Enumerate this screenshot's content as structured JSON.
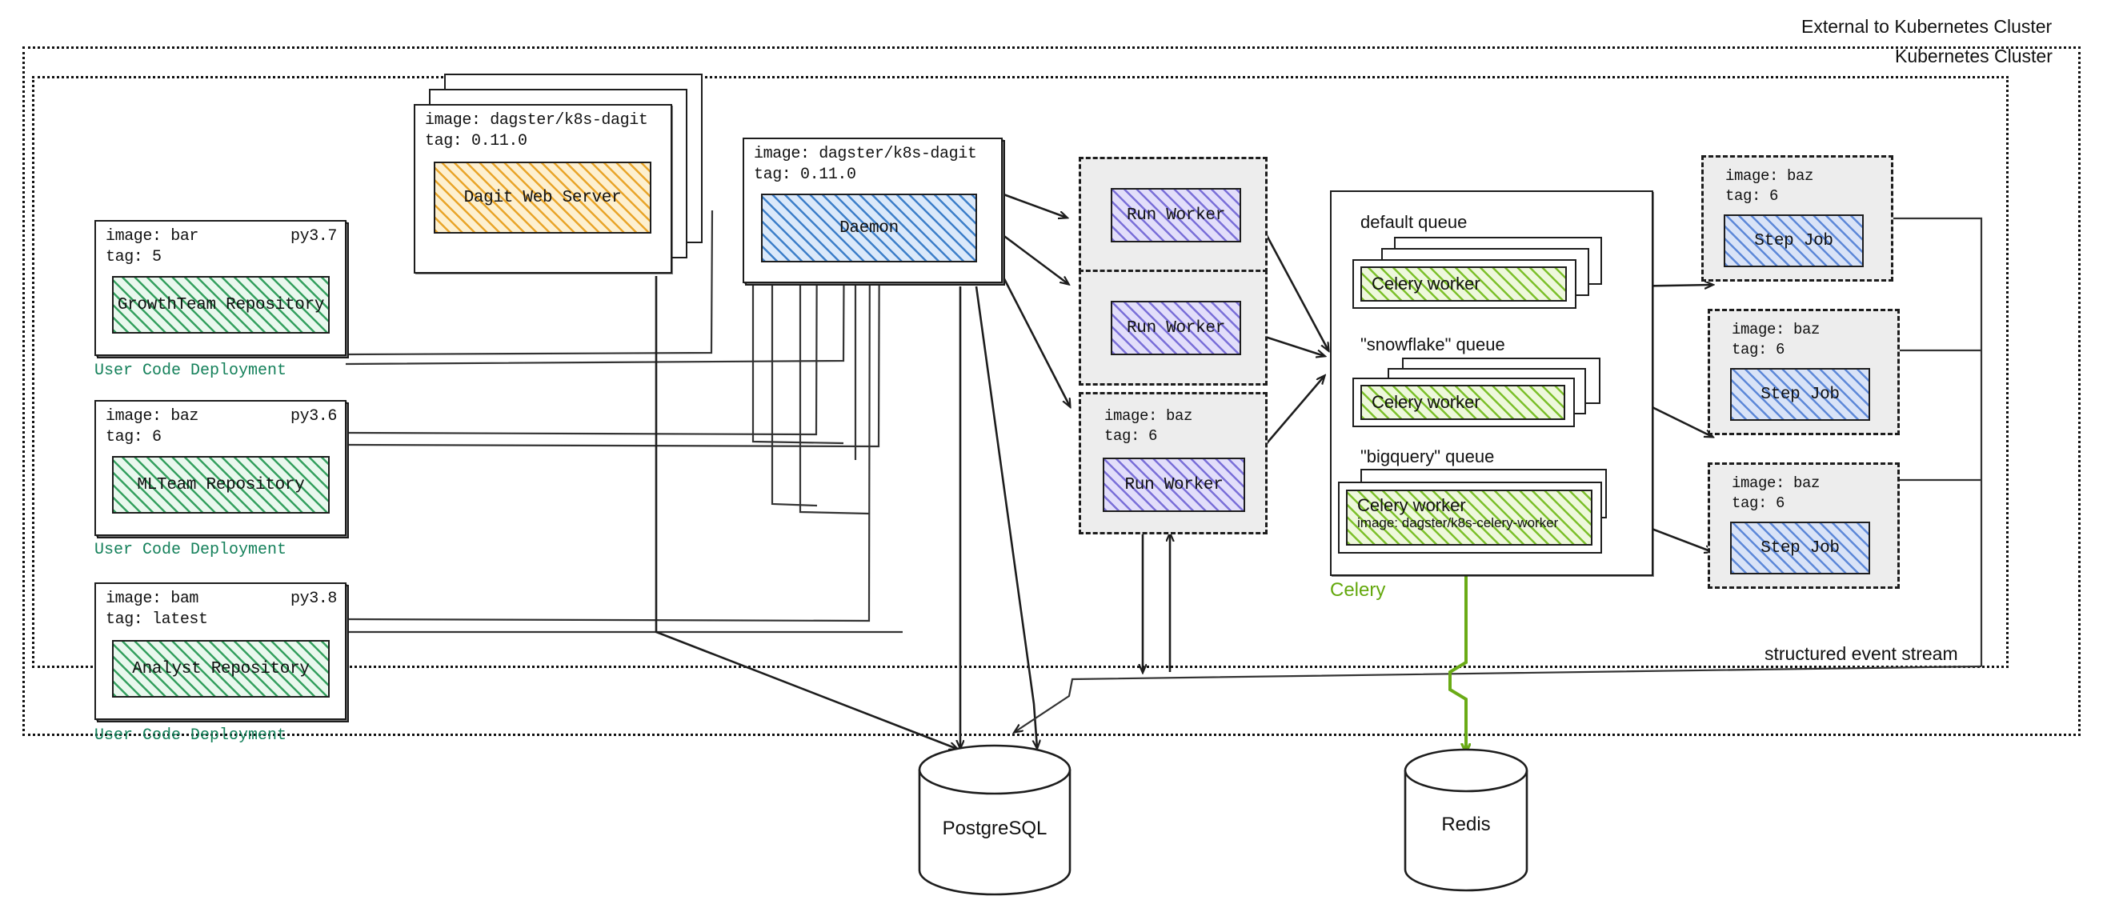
{
  "regions": {
    "external_label": "External to Kubernetes Cluster",
    "k8s_label": "Kubernetes Cluster",
    "event_stream_label": "structured event stream"
  },
  "user_code_deployments": [
    {
      "image": "image: bar",
      "tag": "tag: 5",
      "python": "py3.7",
      "repo": "GrowthTeam Repository",
      "caption": "User Code Deployment"
    },
    {
      "image": "image: baz",
      "tag": "tag: 6",
      "python": "py3.6",
      "repo": "MLTeam Repository",
      "caption": "User Code Deployment"
    },
    {
      "image": "image: bam",
      "tag": "tag: latest",
      "python": "py3.8",
      "repo": "Analyst Repository",
      "caption": "User Code Deployment"
    }
  ],
  "dagit": {
    "image": "image: dagster/k8s-dagit",
    "tag": "tag: 0.11.0",
    "title": "Dagit Web Server"
  },
  "daemon": {
    "image": "image: dagster/k8s-dagit",
    "tag": "tag: 0.11.0",
    "title": "Daemon"
  },
  "run_workers": [
    {
      "title": "Run Worker",
      "image": "",
      "tag": ""
    },
    {
      "title": "Run Worker",
      "image": "",
      "tag": ""
    },
    {
      "title": "Run Worker",
      "image": "image: baz",
      "tag": "tag: 6"
    }
  ],
  "celery": {
    "label": "Celery",
    "queues": [
      {
        "name": "default queue",
        "worker": "Celery worker",
        "worker_image": ""
      },
      {
        "name": "\"snowflake\" queue",
        "worker": "Celery worker",
        "worker_image": ""
      },
      {
        "name": "\"bigquery\" queue",
        "worker": "Celery worker",
        "worker_image": "image: dagster/k8s-celery-worker"
      }
    ]
  },
  "step_jobs": [
    {
      "image": "image: baz",
      "tag": "tag: 6",
      "title": "Step Job"
    },
    {
      "image": "image: baz",
      "tag": "tag: 6",
      "title": "Step Job"
    },
    {
      "image": "image: baz",
      "tag": "tag: 6",
      "title": "Step Job"
    }
  ],
  "databases": [
    {
      "name": "PostgreSQL"
    },
    {
      "name": "Redis"
    }
  ],
  "colors": {
    "repo_hatch": "#35a05f",
    "dagit_hatch": "#e9a52a",
    "daemon_hatch": "#3d7fc9",
    "run_worker_hatch": "#7a6fd8",
    "celery_hatch": "#7cc02b",
    "step_job_hatch": "#5d88d8",
    "deployment_caption": "#14805a",
    "celery_label": "#63a80c"
  }
}
